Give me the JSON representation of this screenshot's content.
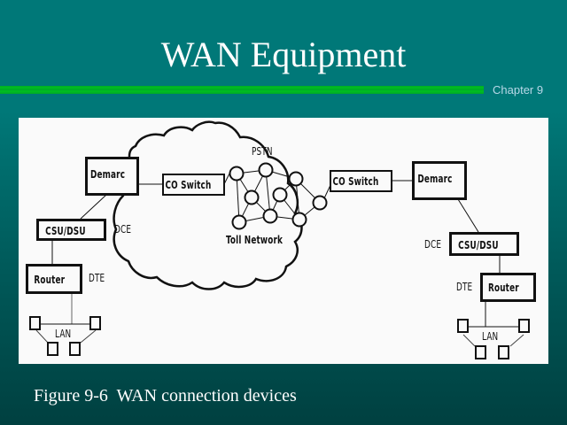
{
  "slide": {
    "title": "WAN Equipment",
    "chapter": "Chapter 9",
    "caption": "Figure 9-6  WAN connection devices",
    "colors": {
      "background_top": "#007878",
      "background_bottom": "#004040",
      "rule": "#00b020",
      "chapter_text": "#b8d8e8",
      "panel": "#fafafa"
    }
  },
  "diagram": {
    "cloud": {
      "top_label": "PSTN",
      "bottom_label": "Toll Network"
    },
    "left": {
      "demarc": "Demarc",
      "co_switch": "CO Switch",
      "csu_dsu": "CSU/DSU",
      "dce_label": "DCE",
      "router": "Router",
      "dte_label": "DTE",
      "lan_label": "LAN"
    },
    "right": {
      "demarc": "Demarc",
      "co_switch": "CO Switch",
      "csu_dsu": "CSU/DSU",
      "dce_label": "DCE",
      "router": "Router",
      "dte_label": "DTE",
      "lan_label": "LAN"
    },
    "toll_nodes": [
      "A",
      "B",
      "C",
      "D",
      "E",
      "F",
      "G",
      "H",
      "I"
    ],
    "toll_links": [
      [
        "A",
        "B"
      ],
      [
        "A",
        "D"
      ],
      [
        "A",
        "G"
      ],
      [
        "B",
        "C"
      ],
      [
        "B",
        "D"
      ],
      [
        "B",
        "H"
      ],
      [
        "C",
        "E"
      ],
      [
        "C",
        "F"
      ],
      [
        "C",
        "I"
      ],
      [
        "D",
        "G"
      ],
      [
        "D",
        "H"
      ],
      [
        "E",
        "H"
      ],
      [
        "E",
        "I"
      ],
      [
        "F",
        "I"
      ],
      [
        "G",
        "H"
      ],
      [
        "H",
        "I"
      ]
    ]
  }
}
